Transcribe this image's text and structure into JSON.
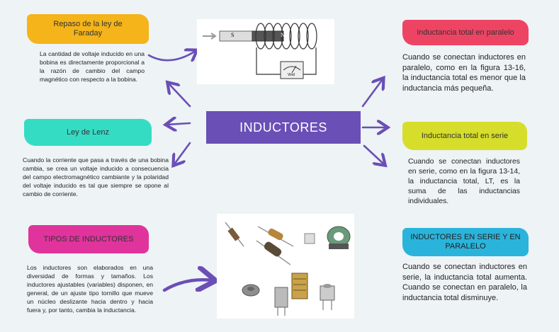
{
  "center": {
    "title": "INDUCTORES"
  },
  "left": {
    "faraday": {
      "title": "Repaso de la ley de Faraday",
      "text": "La cantidad de voltaje inducido en una bobina es directamente proporcional a la razón de cambio del campo magnético con respecto a la bobina."
    },
    "lenz": {
      "title": "Ley de Lenz",
      "text": "Cuando la corriente que pasa a través de una bobina cambia, se crea un voltaje inducido a consecuencia del campo electromagnético cambiante y la polaridad del voltaje inducido es tal que siempre se opone al cambio de corriente."
    },
    "tipos": {
      "title": "TIPOS DE INDUCTORES",
      "text": "Los inductores son elaborados en una diversidad de formas y tamaños. Los inductores ajustables (variables) disponen, en general, de un ajuste tipo tornillo que mueve un núcleo deslizante hacia dentro y hacia fuera y, por tanto, cambia la inductancia."
    }
  },
  "right": {
    "paralelo": {
      "title": "Inductancia total en paralelo",
      "text": "Cuando se conectan inductores en paralelo, como en la figura 13-16, la inductancia total es menor que la inductancia más pequeña."
    },
    "serie": {
      "title": "Inductancia total en serie",
      "text": "Cuando se conectan inductores en serie, como en la figura 13-14, la inductancia total, LT, es la suma de las inductancias individuales."
    },
    "serie_paralelo": {
      "title": "INDUCTORES EN SERIE Y EN PARALELO",
      "text": "Cuando se conectan inductores en serie, la inductancia total aumenta. Cuando se conectan en paralelo, la inductancia total disminuye."
    }
  },
  "figures": {
    "magnet_labels": {
      "south": "S",
      "north": "N"
    },
    "meter_label": "Vind"
  },
  "colors": {
    "center": "#6a4fb6",
    "faraday": "#f4b41a",
    "lenz": "#35dcc4",
    "tipos": "#e0339c",
    "paralelo": "#ee4464",
    "serie": "#d7dd2b",
    "serie_paralelo": "#2ab4dc",
    "arrows": "#6a4fb6"
  }
}
